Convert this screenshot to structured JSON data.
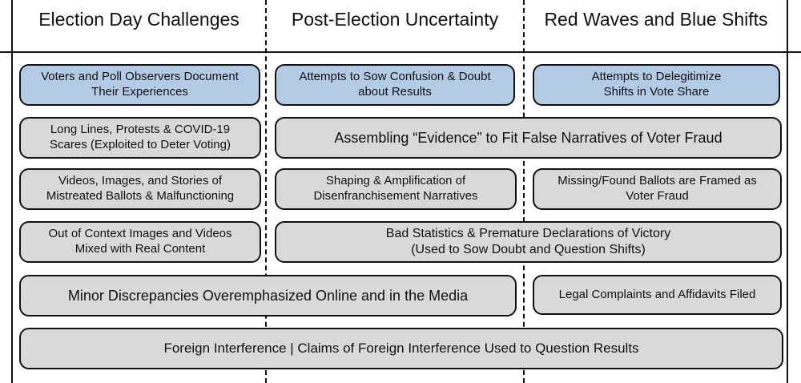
{
  "columns": [
    {
      "title": "Election Day Challenges"
    },
    {
      "title": "Post-Election Uncertainty"
    },
    {
      "title": "Red Waves and Blue Shifts"
    }
  ],
  "boxes": {
    "voters_observers": {
      "line1": "Voters and Poll Observers Document",
      "line2": "Their Experiences",
      "color": "#b4cbe6"
    },
    "sow_confusion": {
      "line1": "Attempts to Sow Confusion & Doubt",
      "line2": "about Results",
      "color": "#b4cbe6"
    },
    "delegitimize_shifts": {
      "line1": "Attempts to Delegitimize",
      "line2": "Shifts in Vote Share",
      "color": "#b4cbe6"
    },
    "long_lines": {
      "line1": "Long Lines, Protests & COVID-19",
      "line2": "Scares (Exploited to Deter Voting)",
      "color": "#d9d9d9"
    },
    "assembling_evidence": {
      "line1": "Assembling “Evidence” to Fit False Narratives of Voter Fraud",
      "color": "#d9d9d9"
    },
    "mistreated_ballots": {
      "line1": "Videos, Images, and Stories of",
      "line2": "Mistreated Ballots & Malfunctioning",
      "color": "#d9d9d9"
    },
    "disenfranchisement": {
      "line1": "Shaping & Amplification of",
      "line2": "Disenfranchisement Narratives",
      "color": "#d9d9d9"
    },
    "missing_ballots": {
      "line1": "Missing/Found Ballots are Framed as",
      "line2": "Voter Fraud",
      "color": "#d9d9d9"
    },
    "out_of_context": {
      "line1": "Out of Context Images and Videos",
      "line2": "Mixed with Real Content",
      "color": "#d9d9d9"
    },
    "bad_statistics": {
      "line1": "Bad Statistics & Premature Declarations of Victory",
      "line2": "(Used to Sow Doubt and Question Shifts)",
      "color": "#d9d9d9"
    },
    "minor_discrepancies": {
      "line1": "Minor Discrepancies Overemphasized Online and in the Media",
      "color": "#d9d9d9"
    },
    "legal_complaints": {
      "line1": "Legal Complaints and Affidavits Filed",
      "color": "#d9d9d9"
    },
    "foreign_interference": {
      "line1": "Foreign Interference | Claims of Foreign Interference Used to Question Results",
      "color": "#d9d9d9"
    }
  }
}
